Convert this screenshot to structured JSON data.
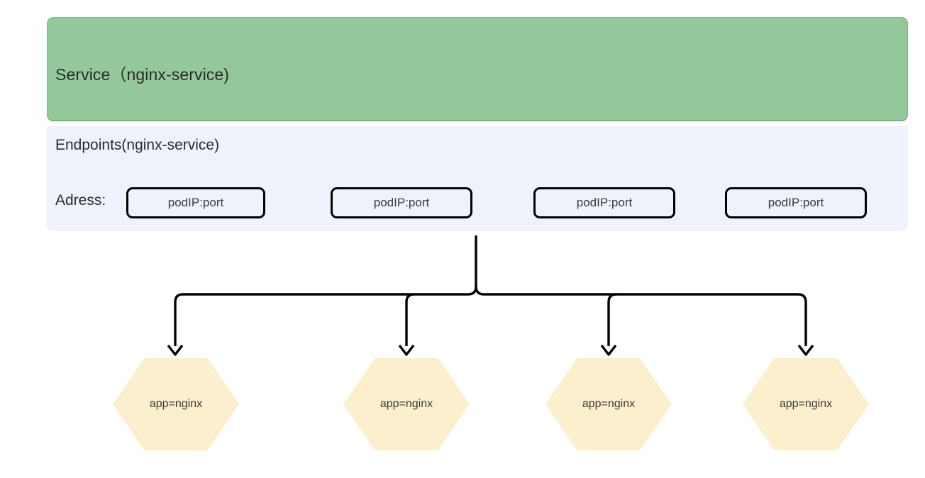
{
  "diagram": {
    "title": "Kubernetes Service to Pod routing",
    "colors": {
      "service_fill": "#94C89A",
      "service_border": "#7EB686",
      "endpoints_fill": "#EFF2FA",
      "pod_fill": "#FCEFCD",
      "connector_stroke": "#000000",
      "text": "#2b2b2b",
      "background": "#ffffff"
    }
  },
  "service": {
    "label": "Service（nginx-service)"
  },
  "endpoints": {
    "title": "Endpoints(nginx-service)",
    "address_label": "Adress:",
    "addresses": [
      {
        "value": "podIP:port"
      },
      {
        "value": "podIP:port"
      },
      {
        "value": "podIP:port"
      },
      {
        "value": "podIP:port"
      }
    ]
  },
  "pods": [
    {
      "label": "app=nginx"
    },
    {
      "label": "app=nginx"
    },
    {
      "label": "app=nginx"
    },
    {
      "label": "app=nginx"
    }
  ]
}
